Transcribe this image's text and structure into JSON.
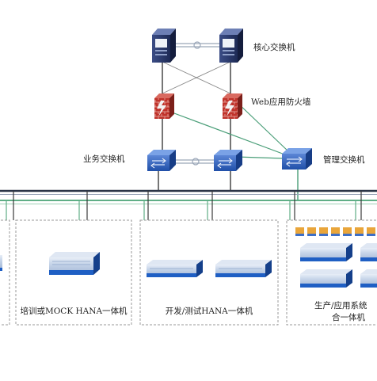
{
  "labels": {
    "core_switch": "核心交换机",
    "waf": "Web应用防火墙",
    "business_switch": "业务交换机",
    "mgmt_switch": "管理交换机"
  },
  "groups": [
    {
      "caption": "培训或MOCK HANA一体机"
    },
    {
      "caption": "开发/测试HANA一体机"
    },
    {
      "caption_line1": "生产/应用系统",
      "caption_line2": "合一体机"
    }
  ],
  "colors": {
    "switch_blue": "#2f5db7",
    "core_navy": "#2a3a6e",
    "firewall_red": "#c0332b",
    "bus_dark": "#2b3547",
    "bus_green": "#5fae86",
    "server_blue": "#1f5fc4",
    "dashed_border": "#999999"
  }
}
